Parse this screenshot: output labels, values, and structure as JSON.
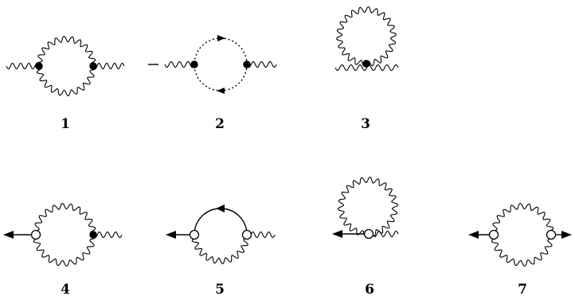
{
  "diagrams": [
    {
      "id": "1",
      "label": "1"
    },
    {
      "id": "2",
      "label": "2"
    },
    {
      "id": "3",
      "label": "3"
    },
    {
      "id": "4",
      "label": "4"
    },
    {
      "id": "5",
      "label": "5"
    },
    {
      "id": "6",
      "label": "6"
    },
    {
      "id": "7",
      "label": "7"
    }
  ]
}
